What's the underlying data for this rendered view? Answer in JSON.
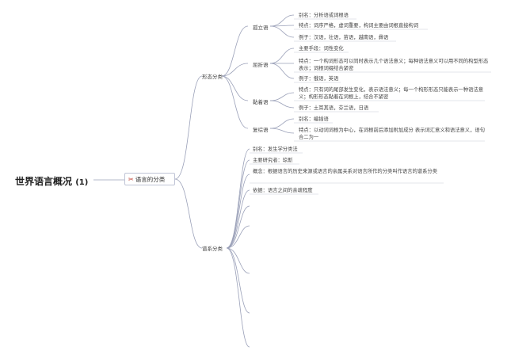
{
  "root": {
    "title": "世界语言概况",
    "suffix": "(1)"
  },
  "center": {
    "icon": "tools-icon",
    "label": "语言的分类"
  },
  "branches": {
    "morph": {
      "label": "形态分类",
      "groups": {
        "isolating": {
          "label": "孤立语",
          "items": [
            "别名：分析语或词根语",
            "特点：词序严格，虚词重要，构词主要由词根直接构词",
            "例子：汉语，壮语，苗语，越南语，彝语"
          ]
        },
        "inflectional": {
          "label": "屈折语",
          "items": [
            "主要手段：词性变化",
            "特点：一个构词形态可以同时表示几个语法意义；每种语法意义可以用不同的构型形态表示；词根词缀结合紧密",
            "例子：俄语，英语"
          ]
        },
        "agglutinative": {
          "label": "黏着语",
          "items": [
            "特点：只有词的尾部发生变化，表示语法意义；每一个构形形态只能表示一种语法意义；构形形态黏着在词根上，结合不紧密",
            "例子：土耳其语，芬兰语，日语"
          ]
        },
        "polysynthetic": {
          "label": "复综语",
          "items": [
            "别名：编插语",
            "特点：以动词词根为中心，在词根前后添加附加成分 表示词汇意义和语法意义，语句合二为一"
          ]
        }
      }
    },
    "genealogical": {
      "label": "谱系分类",
      "items": [
        "别名：发生学分类法",
        "主要研究者：琼斯",
        "概念：根据语言的历史来源或语言的亲属关系对语言所作的分类叫作语言的谱系分类",
        "依据：语言之间的亲疏程度"
      ]
    }
  }
}
